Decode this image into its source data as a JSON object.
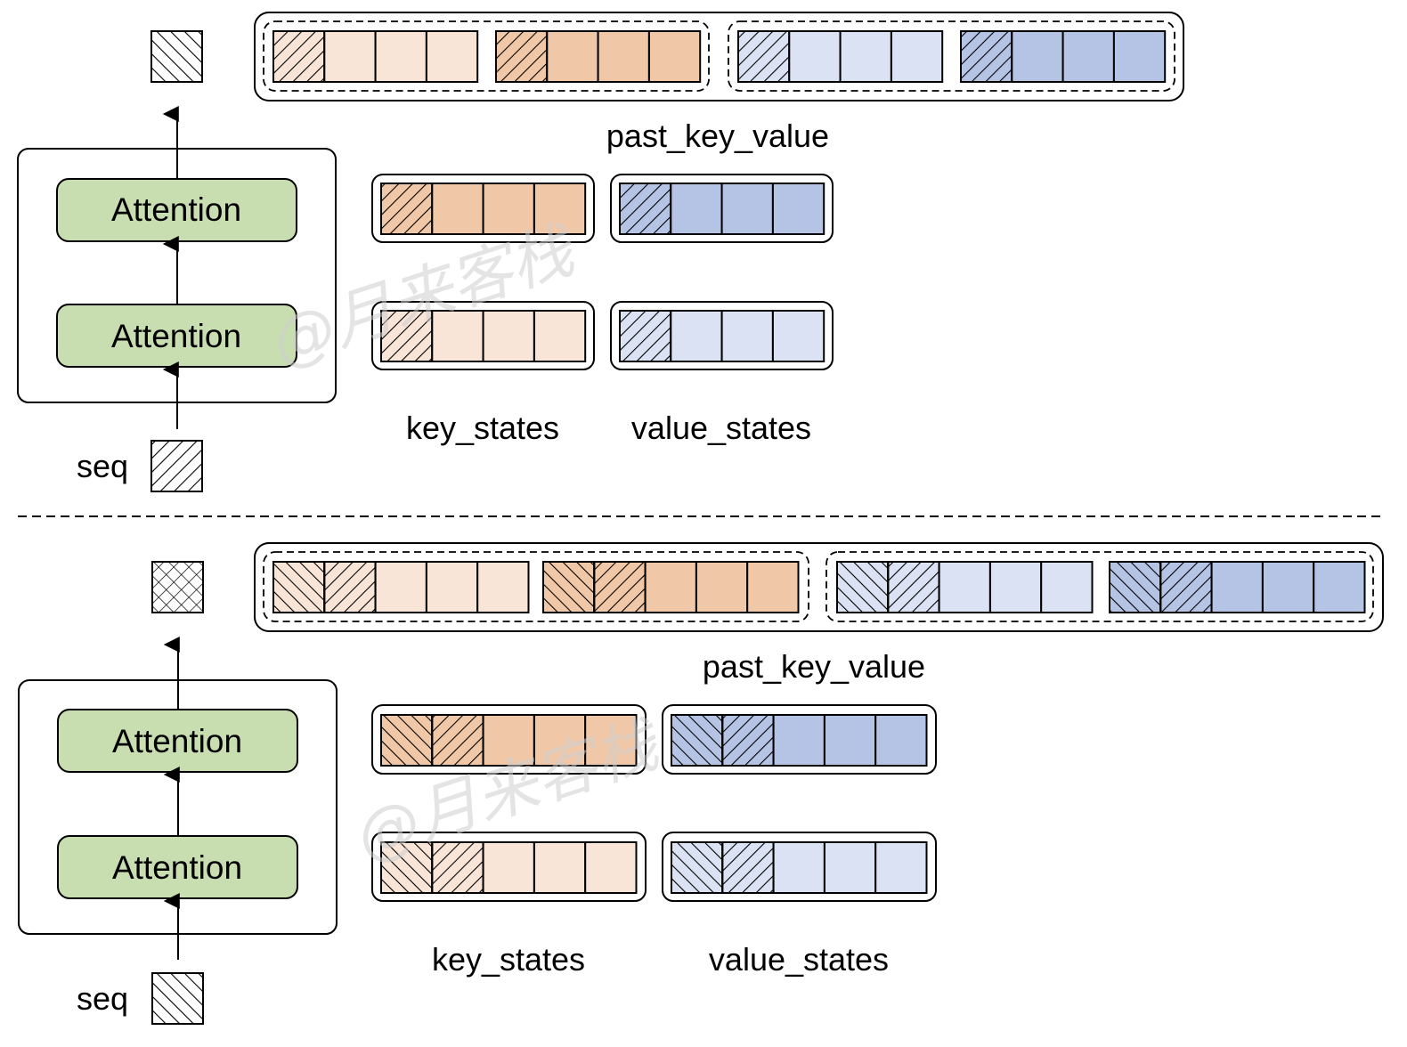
{
  "colors": {
    "key_light": "#f8e5d8",
    "key_dark": "#f0c8a8",
    "value_light": "#dbe2f3",
    "value_dark": "#b5c4e4",
    "attention_fill": "#c8deb1",
    "stroke": "#000000"
  },
  "watermark": "@月来客栈",
  "panels": [
    {
      "attention_blocks": [
        "Attention",
        "Attention"
      ],
      "seq_label": "seq",
      "input_pattern": "hatch-backslash",
      "output_pattern": "hatch-slash",
      "past_key_value_label": "past_key_value",
      "key_states_label": "key_states",
      "value_states_label": "value_states",
      "past_key_value": {
        "key_groups": [
          {
            "hatched": [
              "hatch-backslash"
            ],
            "plain_count": 3,
            "tone": "light"
          },
          {
            "hatched": [
              "hatch-backslash"
            ],
            "plain_count": 3,
            "tone": "dark"
          }
        ],
        "value_groups": [
          {
            "hatched": [
              "hatch-backslash"
            ],
            "plain_count": 3,
            "tone": "light"
          },
          {
            "hatched": [
              "hatch-backslash"
            ],
            "plain_count": 3,
            "tone": "dark"
          }
        ]
      },
      "layer_states": [
        {
          "tone": "dark",
          "hatched": [
            "hatch-backslash"
          ],
          "plain_count": 3
        },
        {
          "tone": "light",
          "hatched": [
            "hatch-backslash"
          ],
          "plain_count": 3
        }
      ]
    },
    {
      "attention_blocks": [
        "Attention",
        "Attention"
      ],
      "seq_label": "seq",
      "input_pattern": "hatch-slash",
      "output_pattern": "hatch-cross",
      "past_key_value_label": "past_key_value",
      "key_states_label": "key_states",
      "value_states_label": "value_states",
      "past_key_value": {
        "key_groups": [
          {
            "hatched": [
              "hatch-slash",
              "hatch-backslash"
            ],
            "plain_count": 3,
            "tone": "light"
          },
          {
            "hatched": [
              "hatch-slash",
              "hatch-backslash"
            ],
            "plain_count": 3,
            "tone": "dark"
          }
        ],
        "value_groups": [
          {
            "hatched": [
              "hatch-slash",
              "hatch-backslash"
            ],
            "plain_count": 3,
            "tone": "light"
          },
          {
            "hatched": [
              "hatch-slash",
              "hatch-backslash"
            ],
            "plain_count": 3,
            "tone": "dark"
          }
        ]
      },
      "layer_states": [
        {
          "tone": "dark",
          "hatched": [
            "hatch-slash",
            "hatch-backslash"
          ],
          "plain_count": 3
        },
        {
          "tone": "light",
          "hatched": [
            "hatch-slash",
            "hatch-backslash"
          ],
          "plain_count": 3
        }
      ]
    }
  ]
}
